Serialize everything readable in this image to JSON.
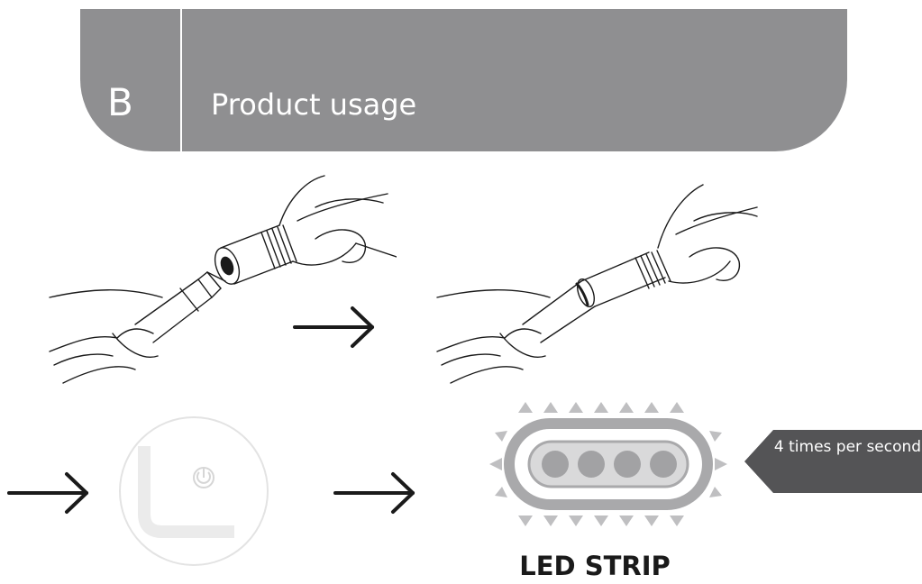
{
  "header": {
    "section_letter": "B",
    "title": "Product usage",
    "background_color": "#8f8f91"
  },
  "steps": [
    {
      "name": "step-1-connector-separated"
    },
    {
      "name": "step-2-connector-joined"
    },
    {
      "name": "step-3-power-button-press"
    },
    {
      "name": "step-4-led-strip-flashing"
    }
  ],
  "icons": [
    "arrow-right-icon",
    "power-icon",
    "led-strip-icon"
  ],
  "led_strip": {
    "label": "LED STRIP",
    "callout_text": "4 times per second",
    "dot_count": 4,
    "callout_color": "#545456"
  }
}
